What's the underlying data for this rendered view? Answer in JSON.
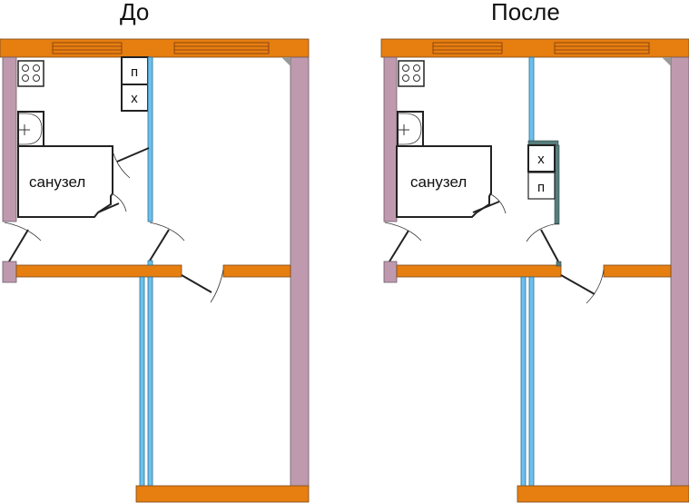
{
  "titles": {
    "before": "До",
    "after": "После"
  },
  "labels": {
    "bathroom": "санузел",
    "p": "п",
    "x": "х"
  },
  "colors": {
    "exterior_wall": "#e67e10",
    "load_wall": "#bf9aae",
    "partition": "#6cc0ec",
    "new_partition": "#577c7c"
  }
}
